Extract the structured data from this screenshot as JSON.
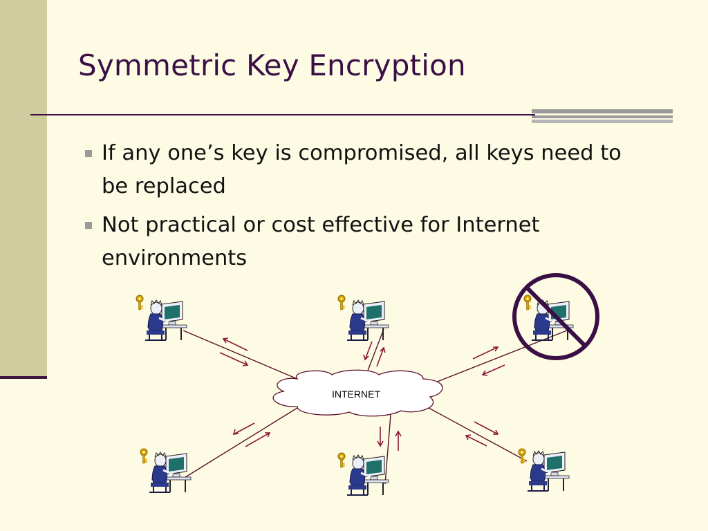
{
  "slide": {
    "title": "Symmetric Key Encryption",
    "bullets": [
      "If any one’s key is compromised, all keys need to be replaced",
      "Not practical or cost effective for Internet environments"
    ]
  },
  "diagram": {
    "cloud_label": "INTERNET",
    "workstations": 6,
    "compromised_workstation": "top-right"
  },
  "colors": {
    "background": "#fdfbe3",
    "side_band": "#cfcc9e",
    "title": "#3a0f45",
    "arrows": "#8b1538",
    "no_symbol": "#3a0f45",
    "key": "#d9a400",
    "monitor_screen": "#1f6f6a"
  }
}
